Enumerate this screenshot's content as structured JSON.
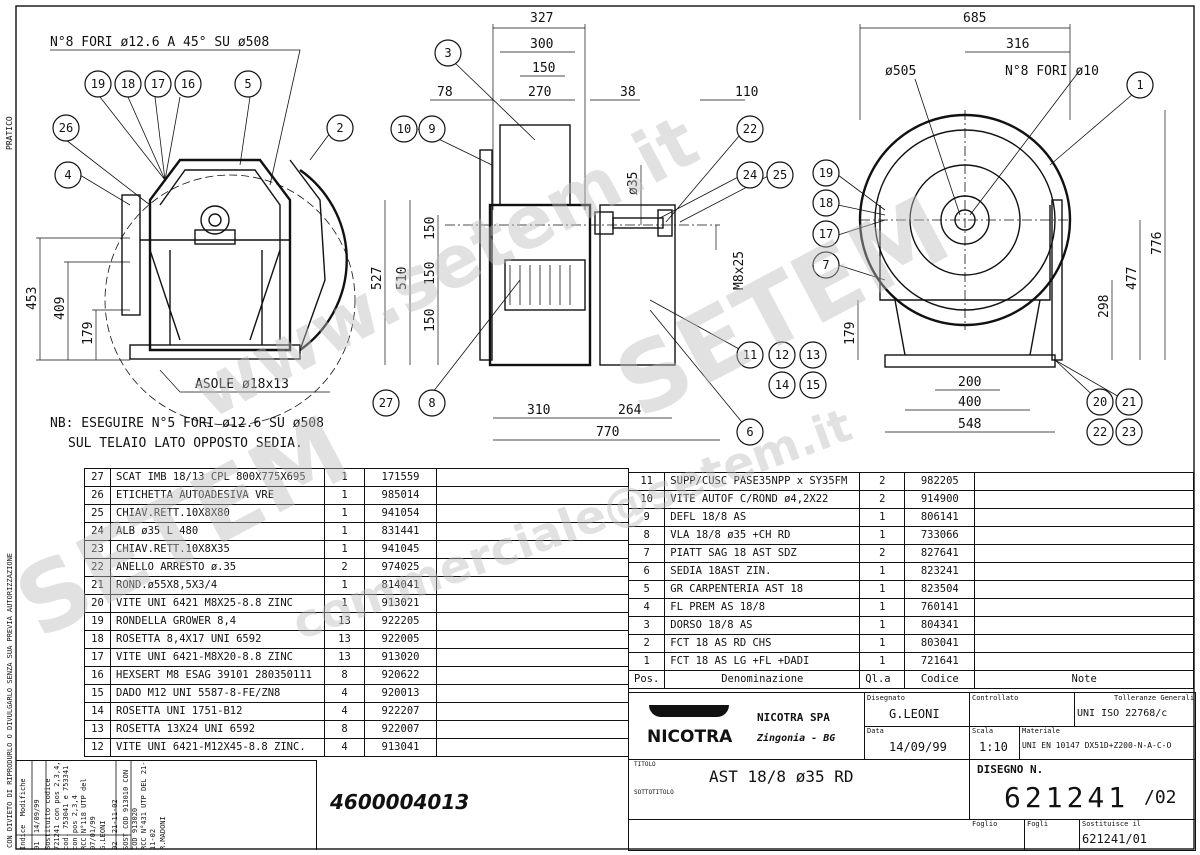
{
  "notes": {
    "holes_top": "N°8 FORI ø12.6 A 45° SU ø508",
    "slots": "ASOLE ø18x13",
    "nb_line1": "NB: ESEGUIRE N°5 FORI ø12.6 SU ø508",
    "nb_line2": "SUL TELAIO LATO OPPOSTO SEDIA.",
    "holes_right": "N°8 FORI ø10",
    "dia_505": "ø505",
    "shaft_dia": "ø35",
    "bolt": "M8x25"
  },
  "dims": {
    "d327": "327",
    "d300": "300",
    "d150a": "150",
    "d270": "270",
    "d78": "78",
    "d38": "38",
    "d110": "110",
    "d453": "453",
    "d409": "409",
    "d179a": "179",
    "d527": "527",
    "d510": "510",
    "d150b": "150",
    "d150c": "150",
    "d150d": "150",
    "d310": "310",
    "d264": "264",
    "d770": "770",
    "d685": "685",
    "d316": "316",
    "d776": "776",
    "d477": "477",
    "d298": "298",
    "d179b": "179",
    "d200": "200",
    "d400": "400",
    "d548": "548"
  },
  "balloons": [
    "19",
    "18",
    "17",
    "16",
    "5",
    "26",
    "2",
    "4",
    "3",
    "10",
    "9",
    "22",
    "24",
    "25",
    "8",
    "27",
    "11",
    "12",
    "13",
    "14",
    "15",
    "6",
    "1",
    "19",
    "18",
    "17",
    "7",
    "20",
    "21",
    "22",
    "23"
  ],
  "parts_left": [
    {
      "pos": "27",
      "desc": "SCAT IMB 18/13 CPL 800X775X695",
      "qty": "1",
      "code": "171559"
    },
    {
      "pos": "26",
      "desc": "ETICHETTA AUTOADESIVA VRE",
      "qty": "1",
      "code": "985014"
    },
    {
      "pos": "25",
      "desc": "CHIAV.RETT.10X8X80",
      "qty": "1",
      "code": "941054"
    },
    {
      "pos": "24",
      "desc": "ALB ø35 L 480",
      "qty": "1",
      "code": "831441"
    },
    {
      "pos": "23",
      "desc": "CHIAV.RETT.10X8X35",
      "qty": "1",
      "code": "941045"
    },
    {
      "pos": "22",
      "desc": "ANELLO ARRESTO ø.35",
      "qty": "2",
      "code": "974025"
    },
    {
      "pos": "21",
      "desc": "ROND.ø55X8,5X3/4",
      "qty": "1",
      "code": "814041"
    },
    {
      "pos": "20",
      "desc": "VITE UNI 6421 M8X25-8.8 ZINC",
      "qty": "1",
      "code": "913021"
    },
    {
      "pos": "19",
      "desc": "RONDELLA GROWER 8,4",
      "qty": "13",
      "code": "922205"
    },
    {
      "pos": "18",
      "desc": "ROSETTA 8,4X17 UNI 6592",
      "qty": "13",
      "code": "922005"
    },
    {
      "pos": "17",
      "desc": "VITE UNI 6421-M8X20-8.8 ZINC",
      "qty": "13",
      "code": "913020"
    },
    {
      "pos": "16",
      "desc": "HEXSERT M8 ESAG 39101 280350111",
      "qty": "8",
      "code": "920622"
    },
    {
      "pos": "15",
      "desc": "DADO M12 UNI 5587-8-FE/ZN8",
      "qty": "4",
      "code": "920013"
    },
    {
      "pos": "14",
      "desc": "ROSETTA UNI 1751-B12",
      "qty": "4",
      "code": "922207"
    },
    {
      "pos": "13",
      "desc": "ROSETTA 13X24 UNI 6592",
      "qty": "8",
      "code": "922007"
    },
    {
      "pos": "12",
      "desc": "VITE UNI 6421-M12X45-8.8 ZINC.",
      "qty": "4",
      "code": "913041"
    }
  ],
  "parts_right": [
    {
      "pos": "11",
      "desc": "SUPP/CUSC  PASE35NPP x SY35FM",
      "qty": "2",
      "code": "982205"
    },
    {
      "pos": "10",
      "desc": "VITE AUTOF C/ROND ø4,2X22",
      "qty": "2",
      "code": "914900"
    },
    {
      "pos": "9",
      "desc": "DEFL 18/8 AS",
      "qty": "1",
      "code": "806141"
    },
    {
      "pos": "8",
      "desc": "VLA 18/8 ø35 +CH RD",
      "qty": "1",
      "code": "733066"
    },
    {
      "pos": "7",
      "desc": "PIATT SAG 18 AST SDZ",
      "qty": "2",
      "code": "827641"
    },
    {
      "pos": "6",
      "desc": "SEDIA 18AST ZIN.",
      "qty": "1",
      "code": "823241"
    },
    {
      "pos": "5",
      "desc": "GR  CARPENTERIA AST 18",
      "qty": "1",
      "code": "823504"
    },
    {
      "pos": "4",
      "desc": "FL PREM AS 18/8",
      "qty": "1",
      "code": "760141"
    },
    {
      "pos": "3",
      "desc": "DORSO 18/8 AS",
      "qty": "1",
      "code": "804341"
    },
    {
      "pos": "2",
      "desc": "FCT 18 AS RD CHS",
      "qty": "1",
      "code": "803041"
    },
    {
      "pos": "1",
      "desc": "FCT 18 AS LG +FL +DADI",
      "qty": "1",
      "code": "721641"
    }
  ],
  "header": {
    "pos": "Pos.",
    "desc": "Denominazione",
    "qty": "Ql.a",
    "code": "Codice",
    "notes": "Note"
  },
  "title_block": {
    "company": "NICOTRA SPA",
    "location": "Zingonia - BG",
    "logo": "NICOTRA",
    "disegnato_label": "Disegnato",
    "disegnato": "G.LEONI",
    "controllato_label": "Controllato",
    "tolleranze_label": "Tolleranze Generali",
    "tolleranze": "UNI ISO 22768/c",
    "data_label": "Data",
    "data": "14/09/99",
    "scala_label": "Scala",
    "scala": "1:10",
    "materiale_label": "Materiale",
    "materiale": "UNI EN 10147 DX51D+Z200-N-A-C-O",
    "titolo_label": "TITOLO",
    "titolo": "AST 18/8 ø35 RD",
    "sottotitolo_label": "SOTTOTITOLO",
    "disegno_label": "DISEGNO N.",
    "disegno": "621241",
    "revision": "/02",
    "foglio_label": "Foglio",
    "fogli_label": "Fogli",
    "sostituisce_label": "Sostituisce il",
    "sostituisce": "621241/01"
  },
  "article_number": "4600004013",
  "pratico_label": "PRATICO",
  "side_note": "CON DIVIETO DI RIPRODURLO O DIVULGARLO SENZA SUA PREVIA AUTORIZZAZIONE",
  "revisions": {
    "indice_label": "Indice",
    "modifiche_label": "Modifiche",
    "r1_index": "01",
    "r1_date": "14/09/99",
    "r1_text": "Sostituito codice 721241 con pos 2,3,4, cod. 753041 e 753341 con pos 2,3,4",
    "r1_text2": "RCC N°118 UTP del 07/01/99",
    "r1_author": "G.LEONI",
    "r2_index": "02",
    "r2_date": "21-11-02",
    "r2_text": "SOST COD 913010 CON COD 913020",
    "r2_text2": "RCC N°431 UTP DEL 21-11-02",
    "r2_author": "R.MADONI"
  },
  "watermarks": [
    "SETEM",
    "www.setem.it",
    "SETEM",
    "commerciale@setem.it"
  ]
}
